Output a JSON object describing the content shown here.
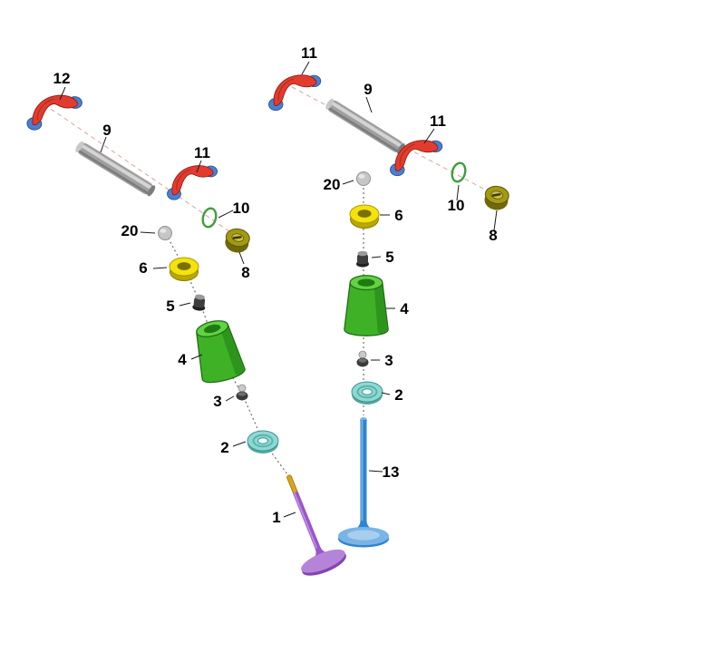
{
  "background": "#ffffff",
  "colors": {
    "rocker_red": "#e23c2e",
    "rocker_blue": "#4a7fd2",
    "shaft_gray": "#9f9f9f",
    "shaft_cap": "#c8c8c8",
    "oring_green": "#3f9e3c",
    "disc_gray": "#c6c6c6",
    "cap_olive": "#a39a12",
    "cap_olive_dark": "#6f690b",
    "cap_inner": "#c9c34a",
    "retainer_yellow": "#f4e20c",
    "retainer_dark": "#b8a800",
    "retainer_hole": "#7a6f00",
    "seal_body": "#3e3e3e",
    "seal_top": "#9a9a9a",
    "spring_green": "#3fb127",
    "spring_green_light": "#63d144",
    "spring_green_dark": "#1e7a12",
    "keeper_top": "#c9c9c9",
    "keeper_body": "#3a3a3a",
    "washer_teal": "#8fd8d2",
    "washer_teal_dark": "#4fa8a2",
    "washer_hole": "#eef9f8",
    "valve_gold": "#d9a61a",
    "valve_purple": "#9a55cc",
    "valve_purple_head": "#b584d8",
    "valve_purple_head_dark": "#8347b0",
    "valve_blue": "#2f86d0",
    "valve_blue_light": "#7ab4e6"
  },
  "callouts": {
    "left": [
      {
        "part": "rocker-arm",
        "text": "12"
      },
      {
        "part": "rocker-shaft",
        "text": "9"
      },
      {
        "part": "rocker-arm",
        "text": "11"
      },
      {
        "part": "o-ring",
        "text": "10"
      },
      {
        "part": "adjuster-disc",
        "text": "20"
      },
      {
        "part": "retainer-cap",
        "text": "8"
      },
      {
        "part": "spring-retainer",
        "text": "6"
      },
      {
        "part": "stem-seal",
        "text": "5"
      },
      {
        "part": "valve-spring",
        "text": "4"
      },
      {
        "part": "spring-keeper",
        "text": "3"
      },
      {
        "part": "spring-seat-washer",
        "text": "2"
      },
      {
        "part": "valve",
        "text": "1"
      }
    ],
    "right": [
      {
        "part": "rocker-arm",
        "text": "11"
      },
      {
        "part": "rocker-shaft",
        "text": "9"
      },
      {
        "part": "rocker-arm",
        "text": "11"
      },
      {
        "part": "adjuster-disc",
        "text": "20"
      },
      {
        "part": "o-ring",
        "text": "10"
      },
      {
        "part": "retainer-cap",
        "text": "8"
      },
      {
        "part": "spring-retainer",
        "text": "6"
      },
      {
        "part": "stem-seal",
        "text": "5"
      },
      {
        "part": "valve-spring",
        "text": "4"
      },
      {
        "part": "spring-keeper",
        "text": "3"
      },
      {
        "part": "spring-seat-washer",
        "text": "2"
      },
      {
        "part": "valve",
        "text": "13"
      }
    ]
  }
}
